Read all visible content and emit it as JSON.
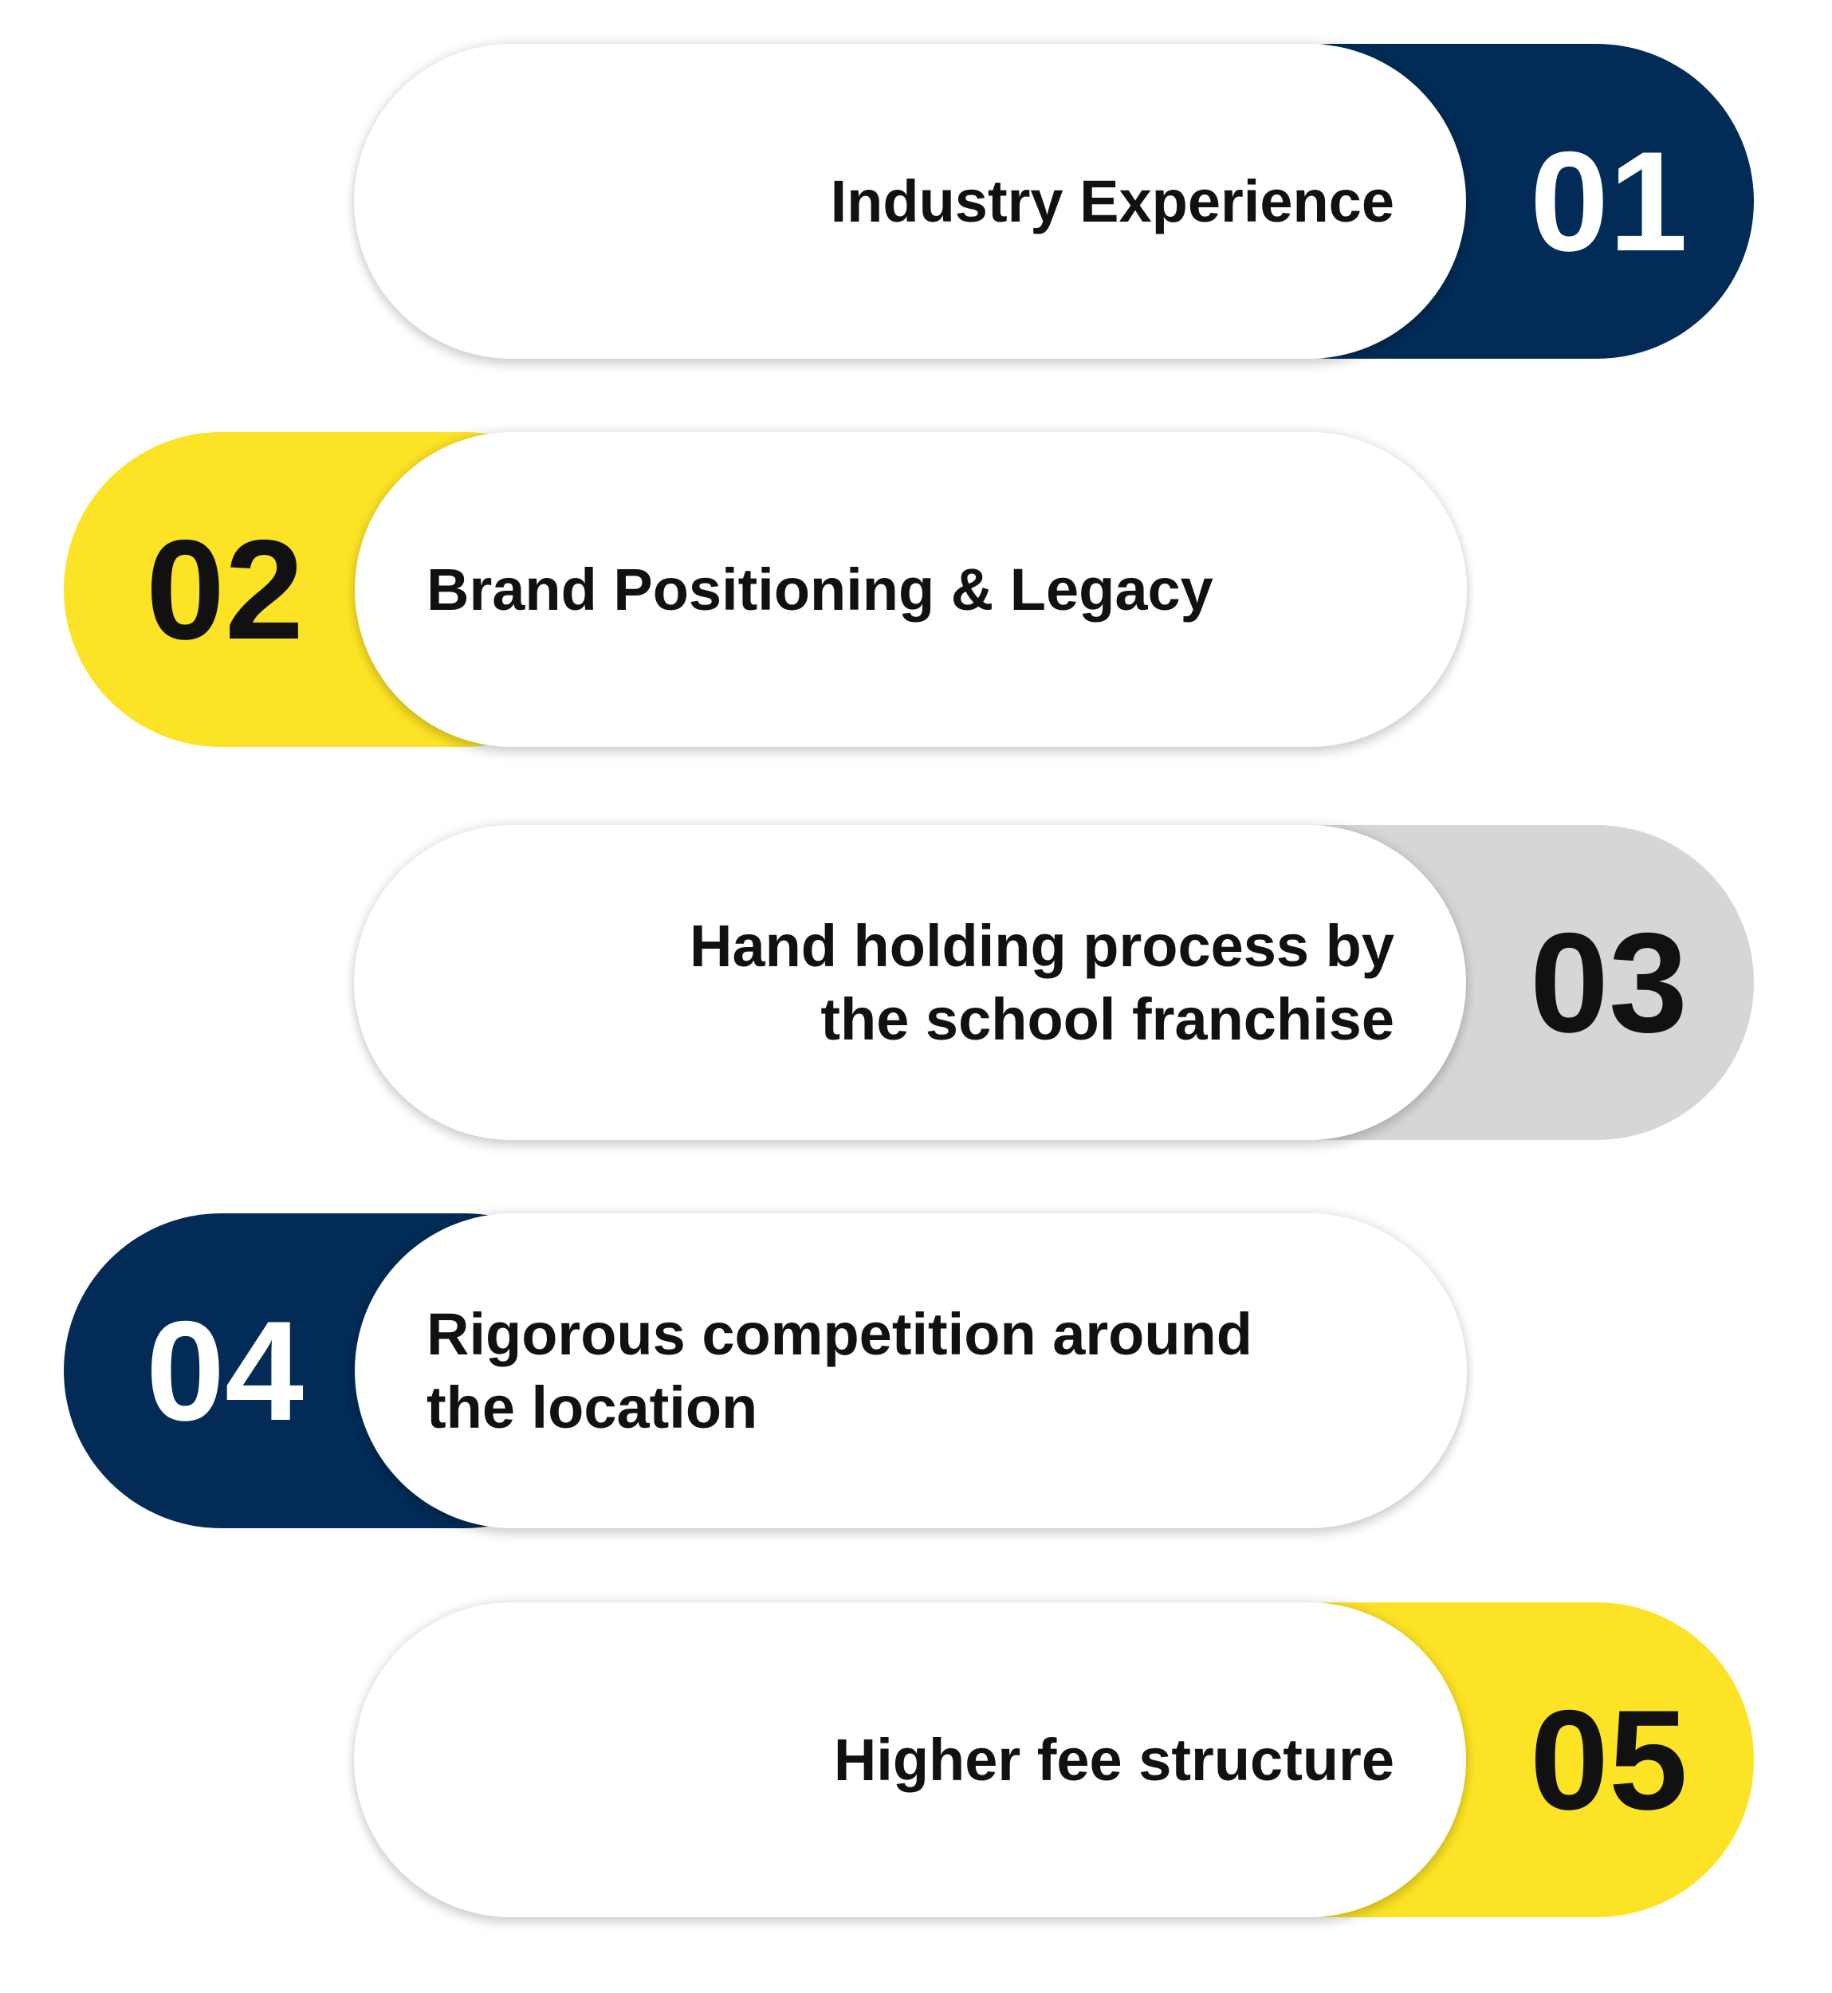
{
  "colors": {
    "navy": "#022c57",
    "yellow": "#fce325",
    "gray": "#d6d6d6",
    "white": "#ffffff",
    "dark_text": "#111111"
  },
  "items": [
    {
      "number": "01",
      "lines": [
        "Industry Experience"
      ],
      "badge_side": "right",
      "badge_color": "#022c57",
      "number_color": "#ffffff"
    },
    {
      "number": "02",
      "lines": [
        "Brand Positioning & Legacy"
      ],
      "badge_side": "left",
      "badge_color": "#fce325",
      "number_color": "#111111"
    },
    {
      "number": "03",
      "lines": [
        "Hand holding process by",
        "the school franchise"
      ],
      "badge_side": "right",
      "badge_color": "#d6d6d6",
      "number_color": "#111111"
    },
    {
      "number": "04",
      "lines": [
        "Rigorous competition around",
        "the location"
      ],
      "badge_side": "left",
      "badge_color": "#022c57",
      "number_color": "#ffffff"
    },
    {
      "number": "05",
      "lines": [
        "Higher fee structure"
      ],
      "badge_side": "right",
      "badge_color": "#fce325",
      "number_color": "#111111"
    }
  ]
}
